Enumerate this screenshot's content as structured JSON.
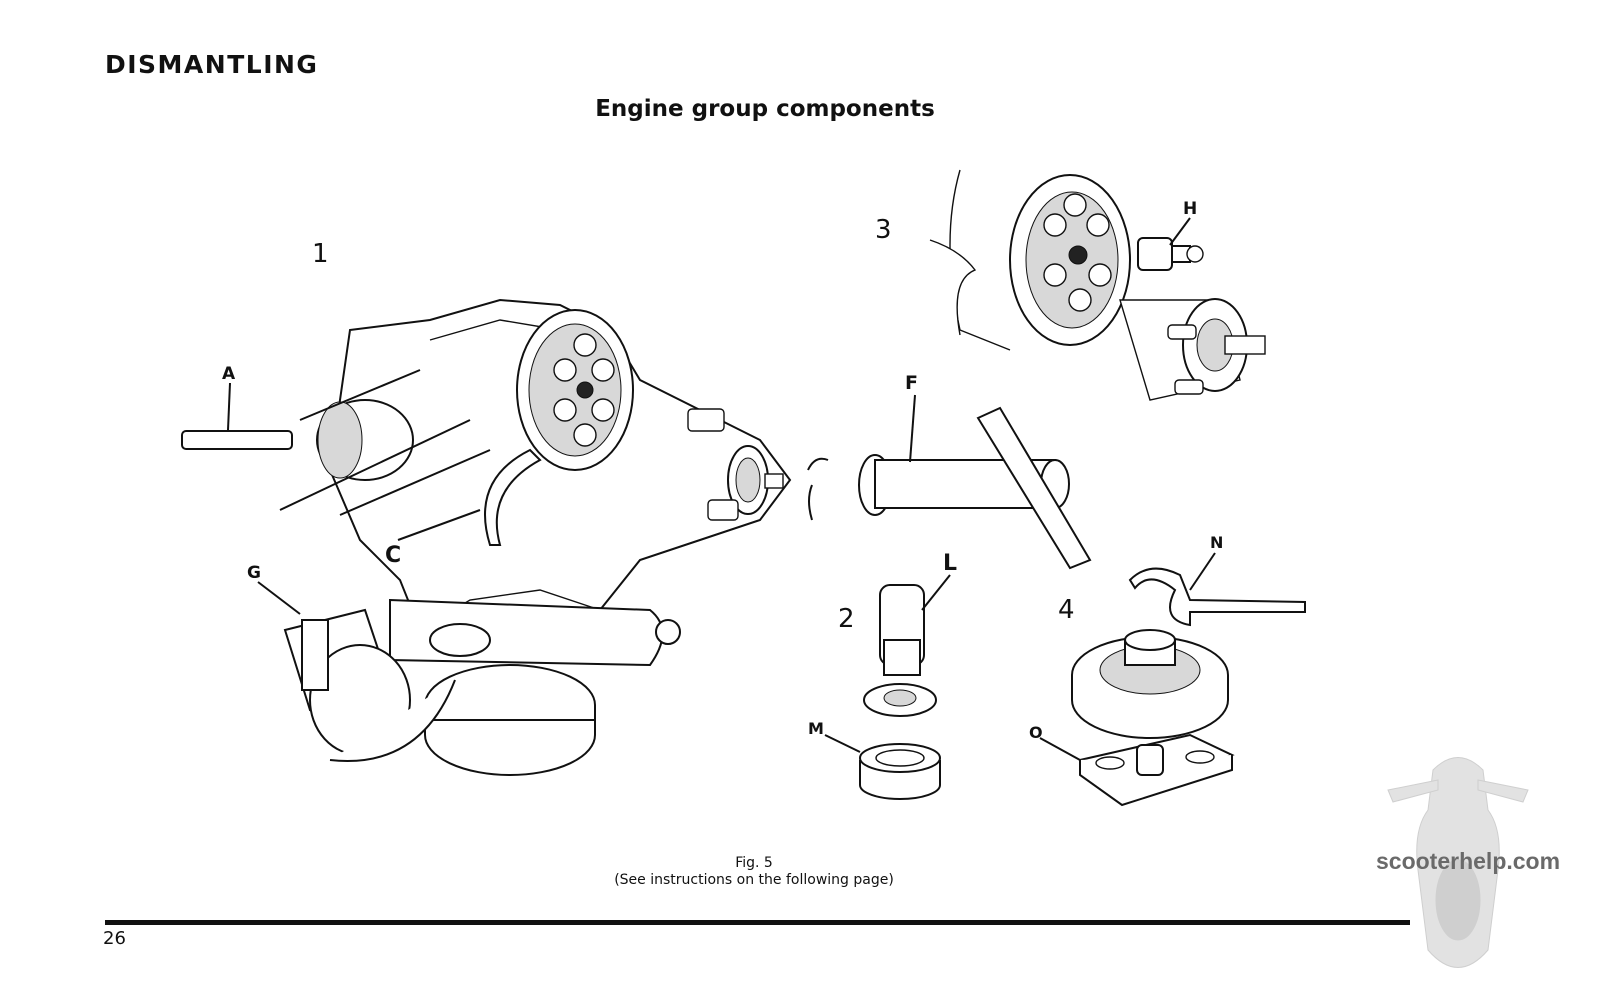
{
  "header": {
    "section_title": "DISMANTLING",
    "page_heading": "Engine group components"
  },
  "figure": {
    "group_numbers": [
      "1",
      "2",
      "3",
      "4"
    ],
    "labels": {
      "A": "A",
      "C": "C",
      "G": "G",
      "F": "F",
      "H": "H",
      "L": "L",
      "M": "M",
      "N": "N",
      "O": "O"
    },
    "caption_line1": "Fig. 5",
    "caption_line2": "(See instructions on the following page)"
  },
  "footer": {
    "page_number": "26"
  },
  "watermark": {
    "text": "scooterhelp.com"
  },
  "colors": {
    "ink": "#111111",
    "paper": "#ffffff",
    "watermark": "#6a6a6a"
  }
}
